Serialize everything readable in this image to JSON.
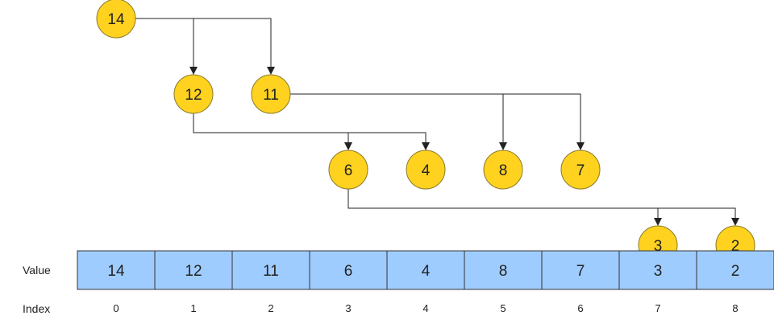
{
  "colors": {
    "node_fill": "#ffd21f",
    "node_stroke": "#8a7a2a",
    "cell_fill": "#9fccff",
    "cell_stroke": "#333333",
    "connector": "#222222"
  },
  "labels": {
    "value_row": "Value",
    "index_row": "Index"
  },
  "heap": {
    "values": [
      "14",
      "12",
      "11",
      "6",
      "4",
      "8",
      "7",
      "3",
      "2"
    ],
    "indices": [
      "0",
      "1",
      "2",
      "3",
      "4",
      "5",
      "6",
      "7",
      "8"
    ]
  }
}
